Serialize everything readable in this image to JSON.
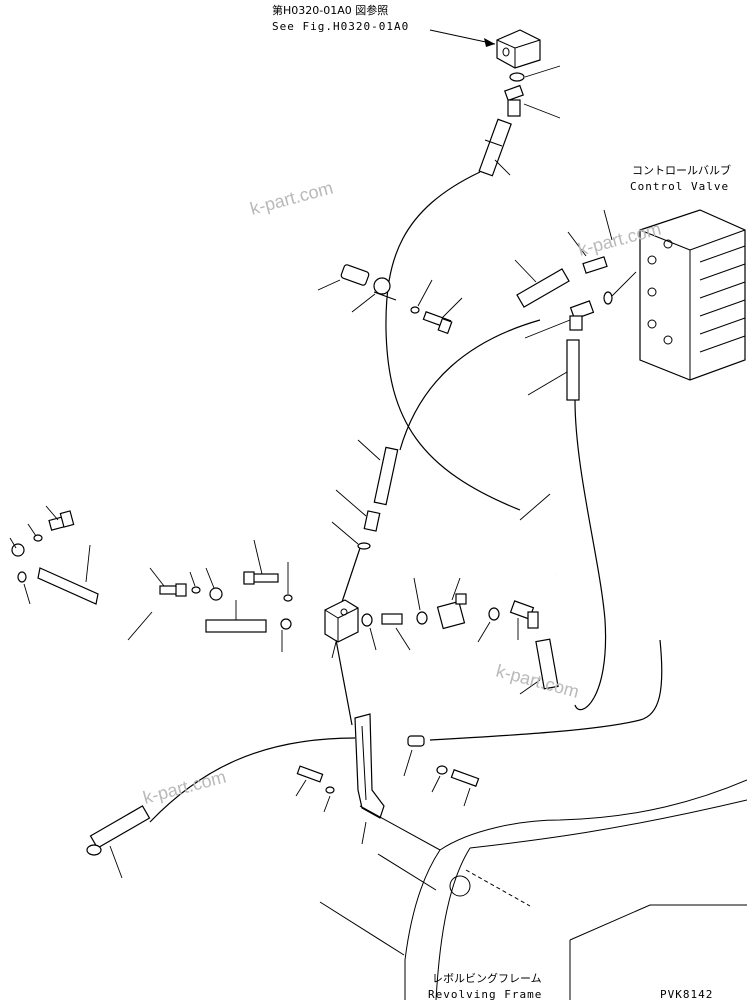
{
  "figure": {
    "ref_jp": "第H0320-01A0 図参照",
    "ref_en": "See Fig.H0320-01A0",
    "control_valve_jp": "コントロールバルブ",
    "control_valve_en": "Control Valve",
    "revolving_frame_jp": "レボルビングフレーム",
    "revolving_frame_en": "Revolving Frame",
    "drawing_code": "PVK8142"
  },
  "watermarks": [
    "k-part.com",
    "k-part.com",
    "k-part.com",
    "k-part.com"
  ],
  "icons": {
    "block": "valve-block-icon",
    "hose": "hose-icon",
    "elbow": "elbow-fitting-icon",
    "bolt": "bolt-icon",
    "washer": "washer-icon",
    "oring": "o-ring-icon",
    "clamp": "clamp-icon",
    "bracket": "bracket-icon"
  },
  "colors": {
    "ink": "#000000",
    "watermark": "#b9b9b9",
    "paper": "#ffffff"
  }
}
